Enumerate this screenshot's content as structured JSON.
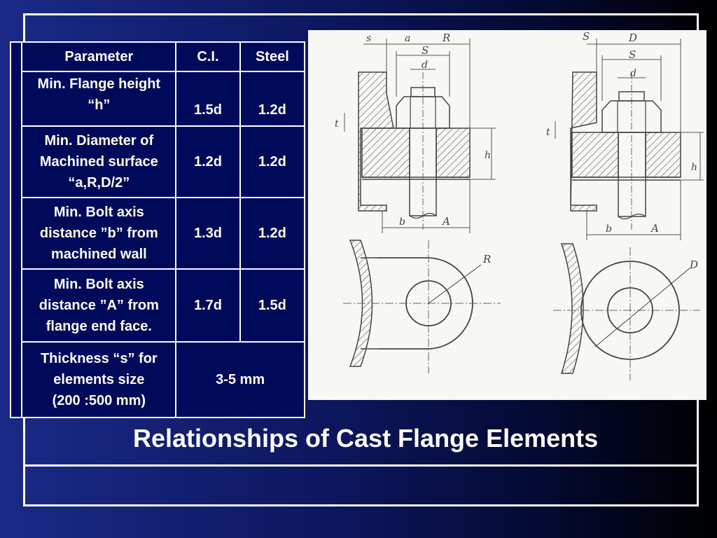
{
  "table": {
    "headers": [
      "Parameter",
      "C.I.",
      "Steel"
    ],
    "rows": [
      {
        "parameter_lines": [
          "Min. Flange height",
          "“h”"
        ],
        "ci": "1.5d",
        "steel": "1.2d"
      },
      {
        "parameter_lines": [
          "Min. Diameter of",
          "Machined surface",
          "“a,R,D/2”"
        ],
        "ci": "1.2d",
        "steel": "1.2d"
      },
      {
        "parameter_lines": [
          "Min. Bolt axis",
          "distance ”b” from",
          "machined wall"
        ],
        "ci": "1.3d",
        "steel": "1.2d"
      },
      {
        "parameter_lines": [
          "Min. Bolt axis",
          "distance ”A” from",
          "flange end face."
        ],
        "ci": "1.7d",
        "steel": "1.5d"
      },
      {
        "parameter_lines": [
          "Thickness “s” for",
          "elements size",
          "(200 :500 mm)"
        ],
        "merged_value": "3-5 mm"
      }
    ]
  },
  "figure": {
    "left_labels": {
      "s": "s",
      "a": "a",
      "R": "R",
      "S": "S",
      "d": "d",
      "t": "t",
      "h": "h",
      "b": "b",
      "A": "A",
      "R2": "R"
    },
    "right_labels": {
      "S": "S",
      "D": "D",
      "S2": "S",
      "d": "d",
      "t": "t",
      "h": "h",
      "b": "b",
      "A": "A",
      "D2": "D"
    }
  },
  "title": "Relationships of Cast Flange Elements",
  "colors": {
    "background": "#0d1760",
    "frame": "#ffffff",
    "table_bg": "#000a5a",
    "figure_bg": "#f7f7f4",
    "ink": "#4a4a4a"
  }
}
